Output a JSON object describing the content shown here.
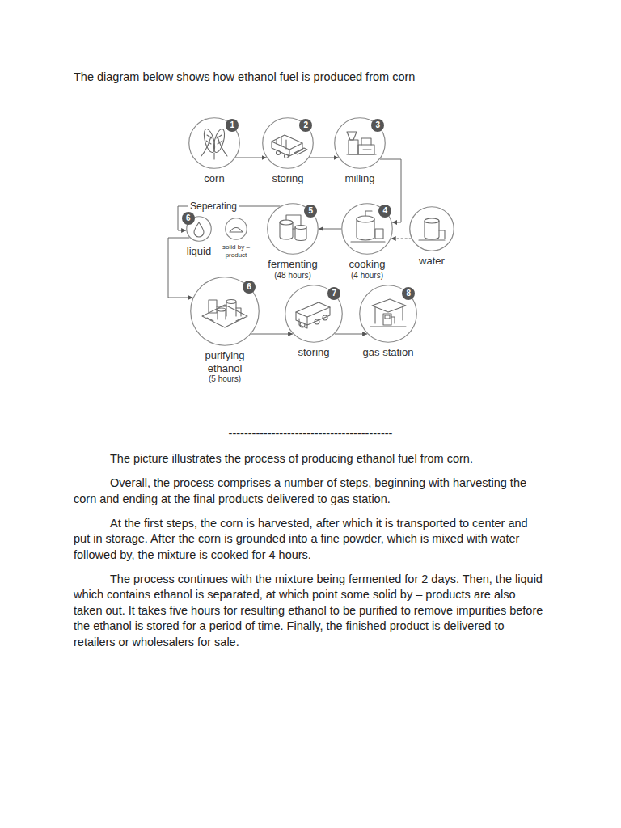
{
  "diagram": {
    "title": "The diagram below shows how ethanol fuel is produced from corn",
    "nodes": [
      {
        "text": [
          "1",
          "corn"
        ]
      },
      {
        "text": [
          "2",
          "storing"
        ]
      },
      {
        "text": [
          "3",
          "milling"
        ]
      },
      {
        "text": [
          "water"
        ]
      },
      {
        "text": [
          "4",
          "cooking",
          "(4 hours)"
        ]
      },
      {
        "text": [
          "5",
          "fermenting",
          "(48 hours)"
        ]
      },
      {
        "text": [
          "6",
          "liquid"
        ]
      },
      {
        "text": [
          "solid by – product"
        ]
      },
      {
        "text": [
          "6",
          "purifying ethanol",
          "(5 hours)"
        ]
      },
      {
        "text": [
          "7",
          "storing"
        ]
      },
      {
        "text": [
          "8",
          "gas station"
        ]
      }
    ],
    "edges": [
      {
        "from": 0,
        "to": 1,
        "arrow": "to"
      },
      {
        "from": 1,
        "to": 2,
        "arrow": "to"
      },
      {
        "from": 2,
        "to": 4,
        "arrow": "to"
      },
      {
        "from": 3,
        "to": 4,
        "arrow": "to"
      },
      {
        "from": 4,
        "to": 5,
        "arrow": "to"
      },
      {
        "from": 5,
        "to": 6,
        "arrow": "to"
      },
      {
        "from": 6,
        "to": 8,
        "arrow": "to"
      },
      {
        "from": 8,
        "to": 9,
        "arrow": "to"
      },
      {
        "from": 9,
        "to": 10,
        "arrow": "to"
      }
    ],
    "labels": [
      "Seperating",
      "------------------------------------------",
      "The picture illustrates the process of producing ethanol fuel from corn.",
      "Overall, the process comprises a number of steps, beginning with harvesting the corn and ending at the final products delivered to gas station.",
      "At the first steps, the corn is harvested, after which it is transported to center and put in storage. After the corn is grounded into a fine powder, which is mixed with water followed by, the mixture is cooked for 4 hours.",
      "The process continues with the mixture being fermented for 2 days. Then, the liquid which contains ethanol is separated, at which point some solid by – products are also taken out. It takes five hours for resulting ethanol to be purified to remove impurities before the ethanol is stored for a period of time. Finally, the finished product is delivered to retailers or wholesalers for sale."
    ]
  }
}
